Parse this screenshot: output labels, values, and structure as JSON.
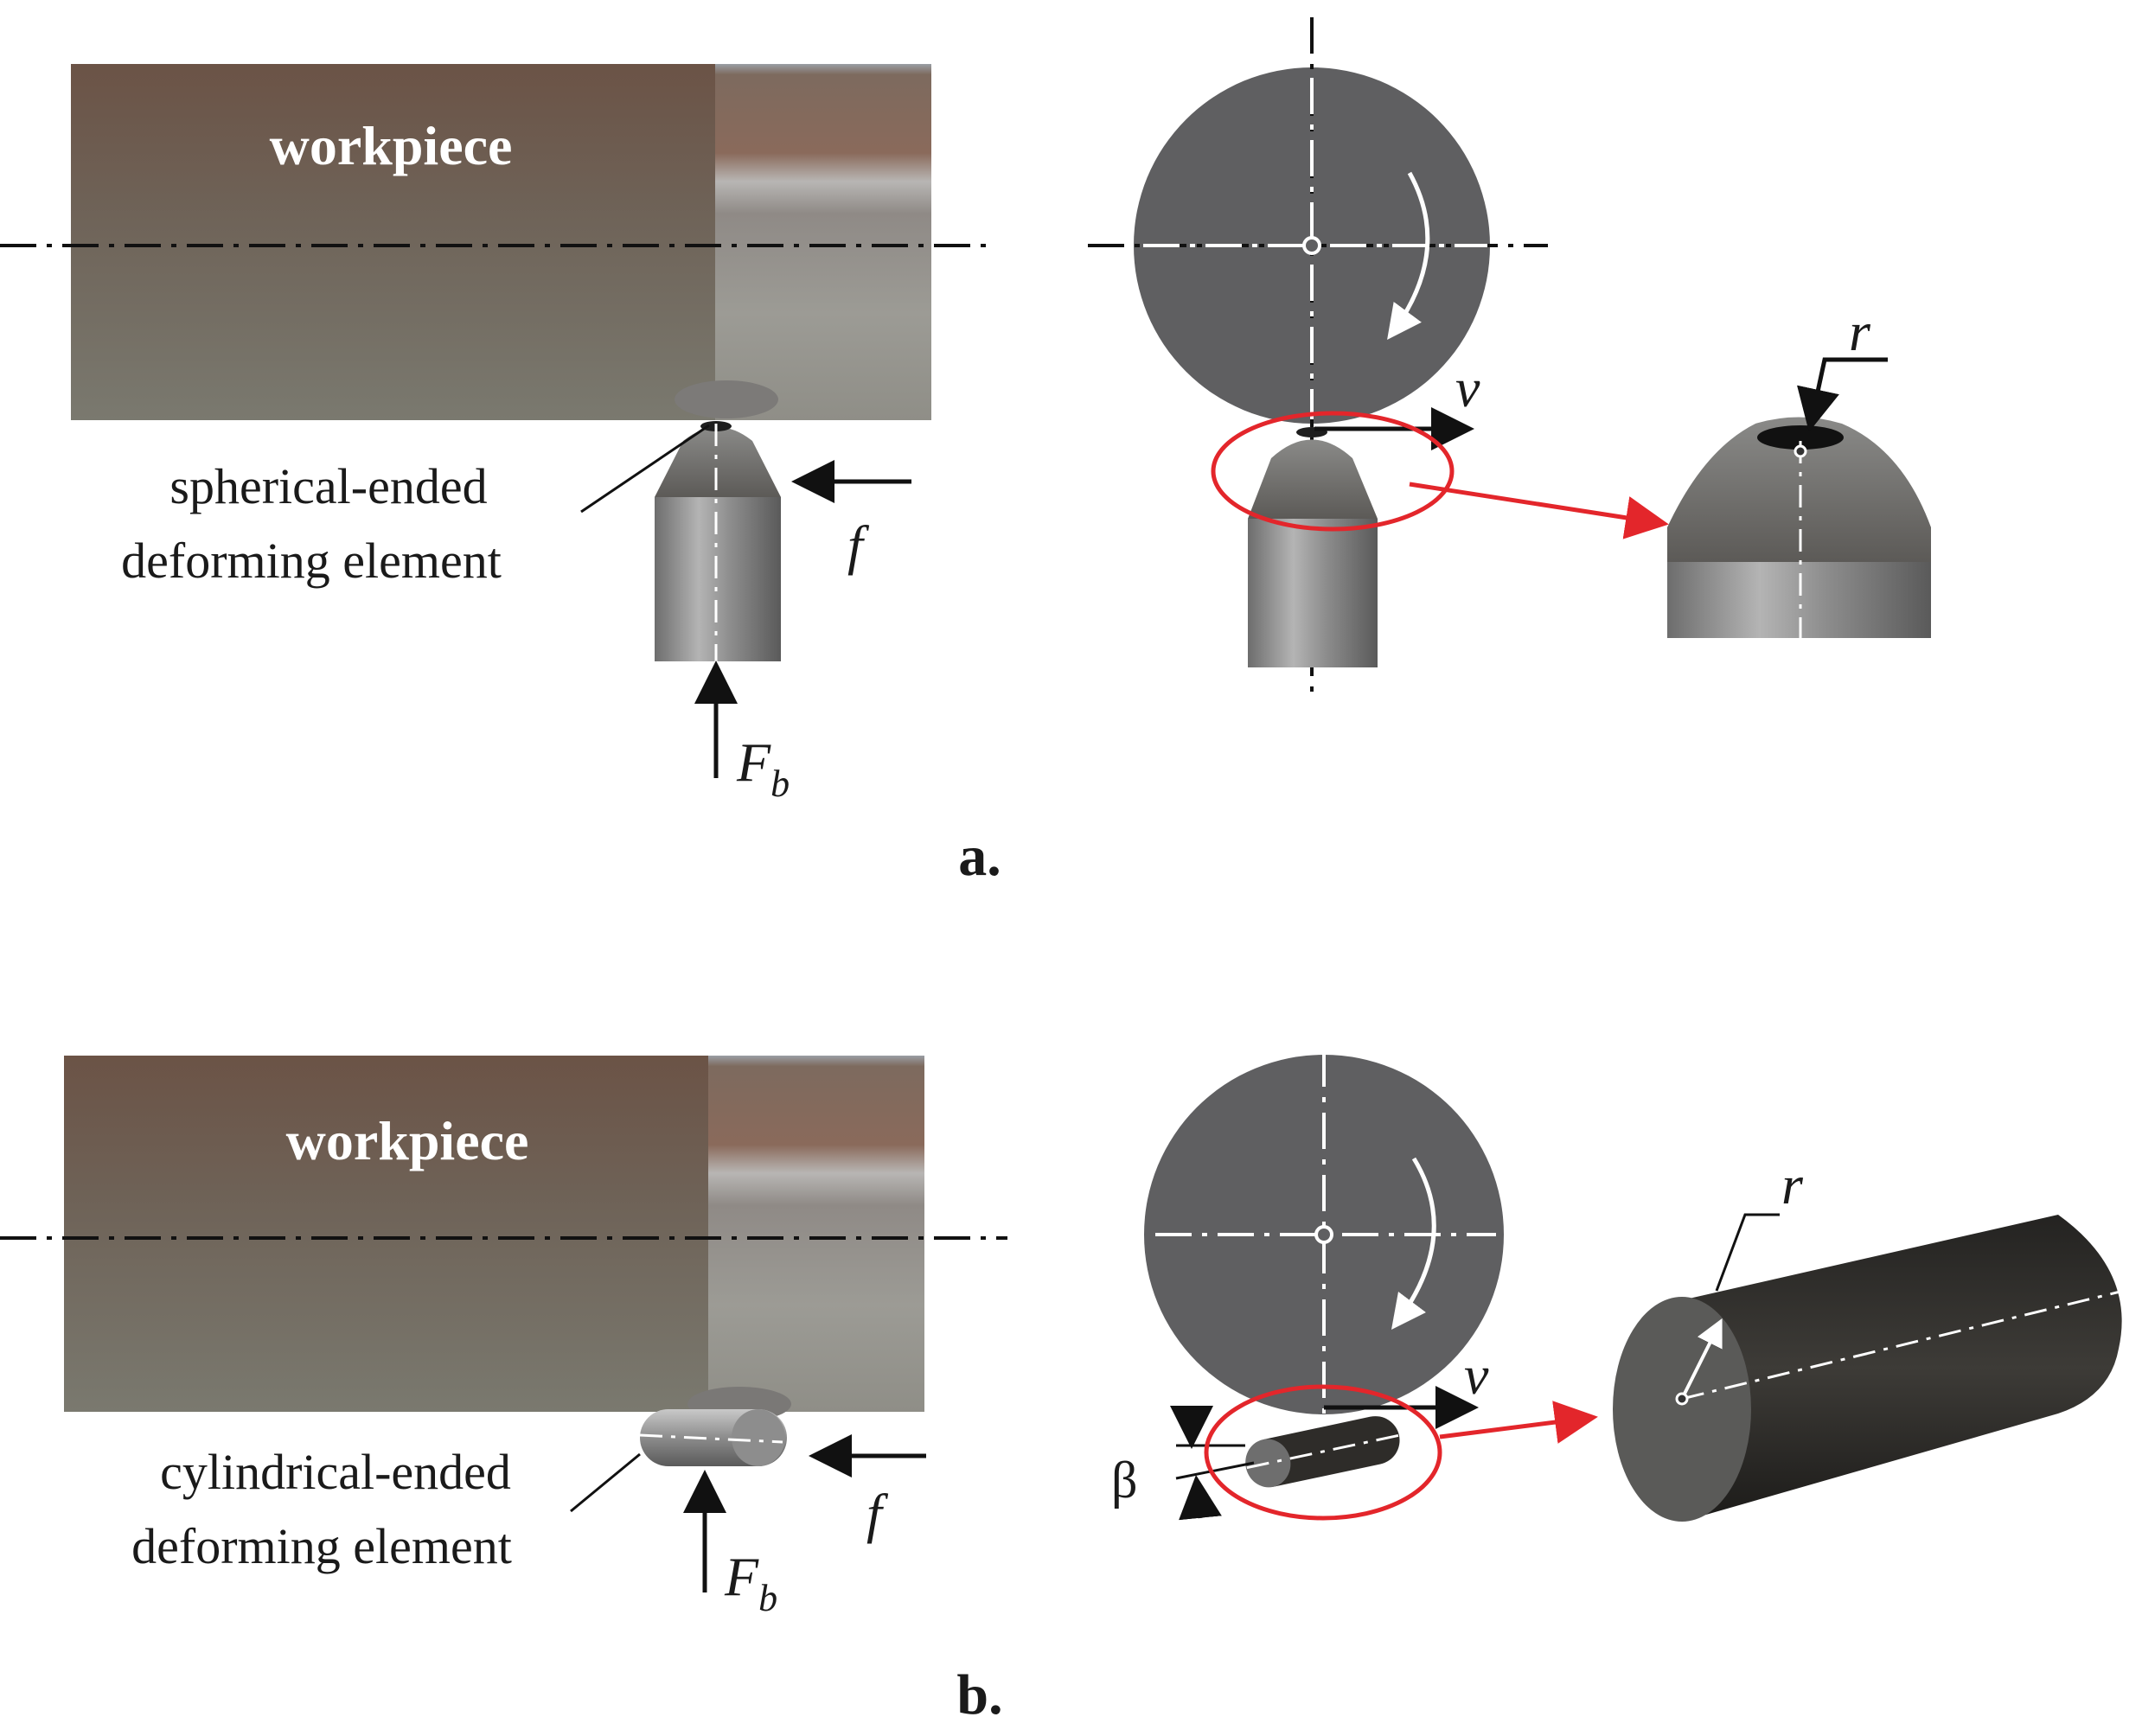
{
  "panels": [
    {
      "panel_label": "a.",
      "workpiece_label": "workpiece",
      "element_label_line1": "spherical-ended",
      "element_label_line2": "deforming element",
      "feed_label": "f",
      "force_label": "F",
      "force_subscript": "b",
      "velocity_label": "v",
      "radius_label": "r"
    },
    {
      "panel_label": "b.",
      "workpiece_label": "workpiece",
      "element_label_line1": "cylindrical-ended",
      "element_label_line2": "deforming element",
      "feed_label": "f",
      "force_label": "F",
      "force_subscript": "b",
      "velocity_label": "v",
      "radius_label": "r",
      "angle_label": "β"
    }
  ],
  "colors": {
    "workpiece_brown": "#6e6258",
    "workpiece_gray": "#8c8a82",
    "disc_gray": "#5f5f61",
    "tool_gray": "#808080",
    "tool_dark": "#2e2d2b",
    "highlight_red": "#e3262b",
    "axis_dark": "#111111",
    "axis_white": "#ffffff"
  }
}
